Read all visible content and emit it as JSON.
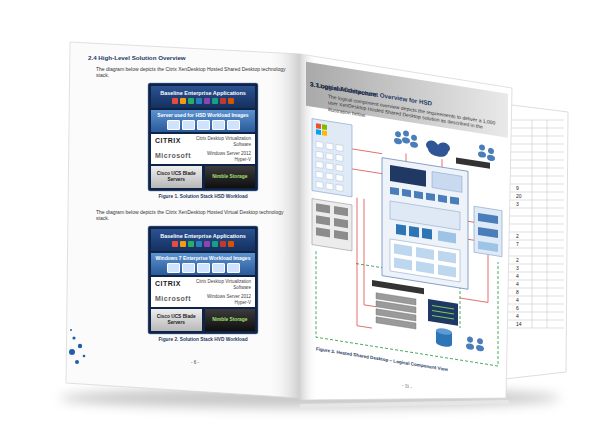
{
  "diagram": {
    "nodes": [
      {
        "text": [
          "Baseline Enterprise Applications"
        ]
      },
      {
        "text": [
          "Server used for HSD Workload Images"
        ]
      },
      {
        "text": [
          "CITRIX",
          "Citrix Desktop Virtualization Software"
        ]
      },
      {
        "text": [
          "Microsoft",
          "Windows Server 2012 Hyper-V"
        ]
      },
      {
        "text": [
          "Cisco UCS Blade Servers"
        ]
      },
      {
        "text": [
          "Nimble Storage"
        ]
      },
      {
        "text": [
          "Baseline Enterprise Applications"
        ]
      },
      {
        "text": [
          "Windows 7 Enterprise Workload Images"
        ]
      },
      {
        "text": [
          "CITRIX",
          "Citrix Desktop Virtualization Software"
        ]
      },
      {
        "text": [
          "Microsoft",
          "Windows Server 2012 Hyper-V"
        ]
      },
      {
        "text": [
          "Cisco UCS Blade Servers"
        ]
      },
      {
        "text": [
          "Nimble Storage"
        ]
      },
      {
        "text": [
          "3. Logical Architecture"
        ]
      }
    ],
    "labels": [
      "2.4 High-Level Solution Overview",
      "The diagram below depicts the Citrix XenDesktop Hosted Shared Desktop technology stack.",
      "Figure 1. Solution Stack HSD Workload",
      "The diagram below depicts the Citrix XenDesktop Hosted Virtual Desktop technology stack.",
      "Figure 2. Solution Stack HVD Workload",
      "- 6 -",
      "3.1 Logical Component Overview for HSD",
      "The logical component overview depicts the requirements to deliver a 1,000 user XenDesktop Hosted Shared Desktop solution as described in the illustration below.",
      "Figure 3. Hosted Shared Desktop – Logical Component View",
      "- 11 -",
      "9",
      "20",
      "3",
      "2",
      "7",
      "2",
      "3",
      "4",
      "4",
      "8",
      "4",
      "6",
      "4",
      "14"
    ]
  }
}
